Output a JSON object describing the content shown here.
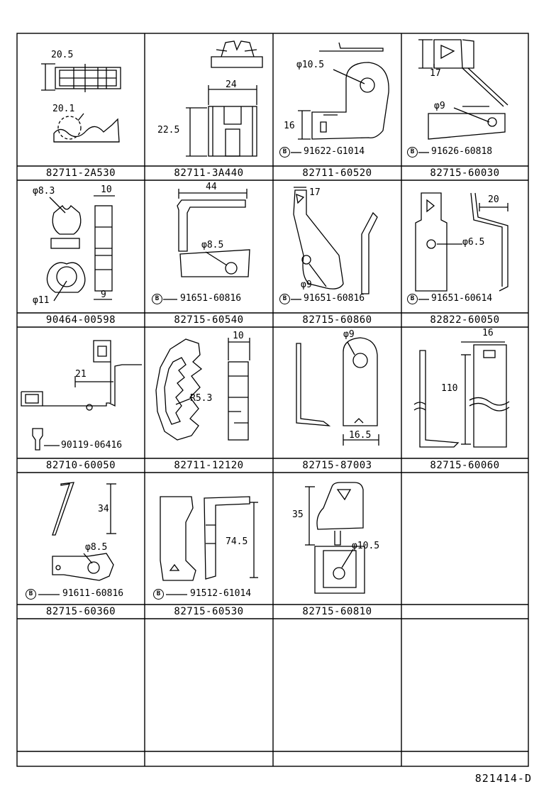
{
  "captions": [
    "82711-2A530",
    "82711-3A440",
    "82711-60520",
    "82715-60030",
    "90464-00598",
    "82715-60540",
    "82715-60860",
    "82822-60050",
    "82710-60050",
    "82711-12120",
    "82715-87003",
    "82715-60060",
    "82715-60360",
    "82715-60530",
    "82715-60810",
    ""
  ],
  "refs": {
    "r1": "91622-G1014",
    "r2": "91626-60818",
    "r3": "91651-60816",
    "r4": "91651-60816",
    "r5": "91651-60614",
    "r6": "90119-06416",
    "r7": "91611-60816",
    "r8": "91512-61014"
  },
  "ref_badge": "B",
  "dims": {
    "d1": "20.5",
    "d2": "20.1",
    "d3": "24",
    "d4": "22.5",
    "d5": "φ10.5",
    "d6": "16",
    "d7": "17",
    "d8": "φ9",
    "d9": "φ8.3",
    "d10": "10",
    "d11": "φ11",
    "d12": "9",
    "d13": "44",
    "d14": "φ8.5",
    "d15": "17",
    "d16": "φ9",
    "d17": "20",
    "d18": "φ6.5",
    "d19": "21",
    "d20": "10",
    "d21": "R5.3",
    "d22": "φ9",
    "d23": "16.5",
    "d24": "16",
    "d25": "110",
    "d26": "34",
    "d27": "φ8.5",
    "d28": "74.5",
    "d29": "35",
    "d30": "φ10.5"
  },
  "footer_code": "821414-D"
}
